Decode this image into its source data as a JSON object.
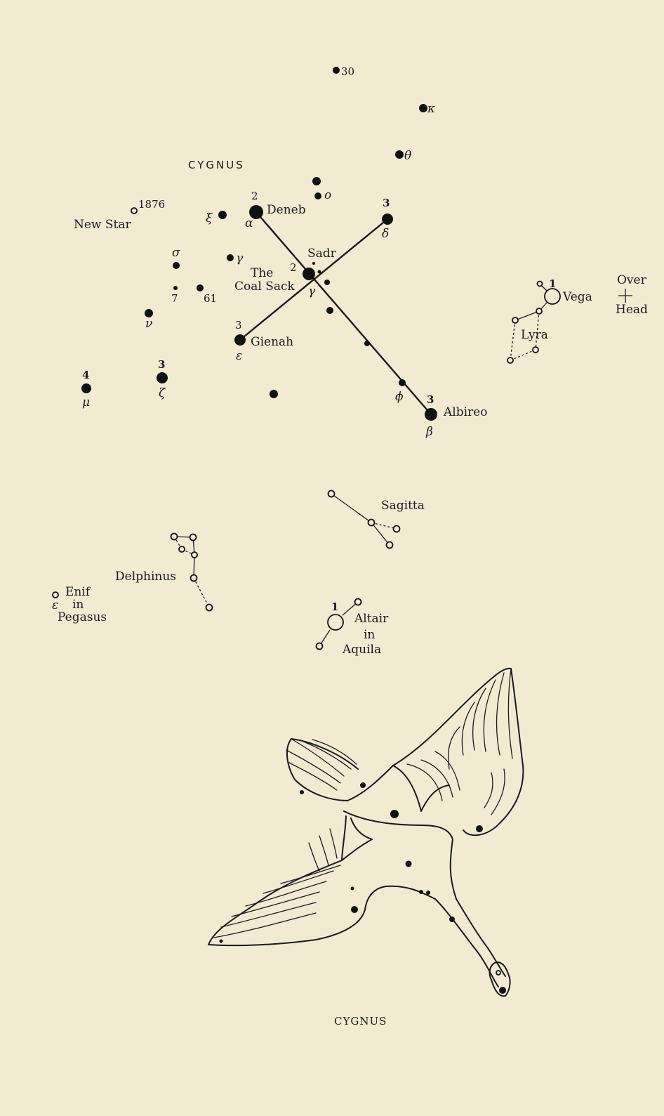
{
  "cygnus_heading": "CYGNUS",
  "caption": "CYGNUS",
  "stars": {
    "s30": "30",
    "kappa": "κ",
    "theta": "θ",
    "omicron": "o",
    "deneb": {
      "name": "Deneb",
      "greek": "α",
      "mag": "2"
    },
    "xi": "ξ",
    "sadr": {
      "name": "Sadr",
      "mag": "2",
      "greek": "γ"
    },
    "gamma_sym": "γ",
    "delta": {
      "greek": "δ",
      "mag": "3"
    },
    "sigma": "σ",
    "seven": "7",
    "s61": "61",
    "nu": "ν",
    "gienah": {
      "name": "Gienah",
      "greek": "ε",
      "mag": "3"
    },
    "zeta": {
      "greek": "ζ",
      "mag": "3"
    },
    "mu": {
      "greek": "μ",
      "mag": "4"
    },
    "phi": "ϕ",
    "albireo": {
      "name": "Albireo",
      "greek": "β",
      "mag": "3"
    }
  },
  "coal_sack": {
    "line1": "The",
    "line2": "Coal Sack"
  },
  "new_star": {
    "year": "1876",
    "label": "New Star"
  },
  "vega": {
    "name": "Vega",
    "mag": "1"
  },
  "lyra": "Lyra",
  "over_head": {
    "line1": "Over",
    "line2": "Head"
  },
  "sagitta": "Sagitta",
  "delphinus": "Delphinus",
  "enif": {
    "line1": "Enif",
    "greek": "ε",
    "line2": "in",
    "line3": "Pegasus"
  },
  "altair": {
    "mag": "1",
    "line1": "Altair",
    "line2": "in",
    "line3": "Aquila"
  }
}
